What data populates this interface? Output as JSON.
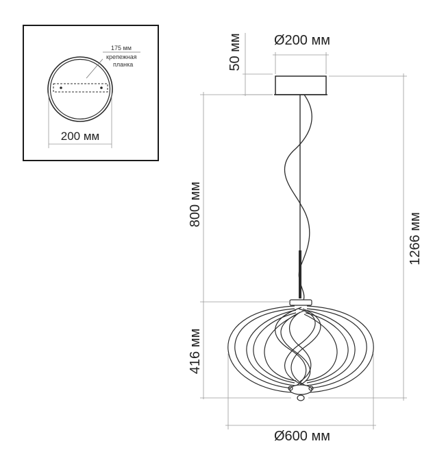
{
  "inset": {
    "bracket_length": "175 мм",
    "bracket_label_line1": "крепежная",
    "bracket_label_line2": "планка",
    "width": "200 мм"
  },
  "dimensions": {
    "canopy_height": "50 мм",
    "canopy_diameter": "Ø200 мм",
    "cable_length": "800 мм",
    "total_height": "1266 мм",
    "shade_height": "416 мм",
    "shade_diameter": "Ø600 мм"
  },
  "colors": {
    "line": "#2b2b2b",
    "dim_line": "#888888",
    "frame": "#1a1a1a"
  }
}
